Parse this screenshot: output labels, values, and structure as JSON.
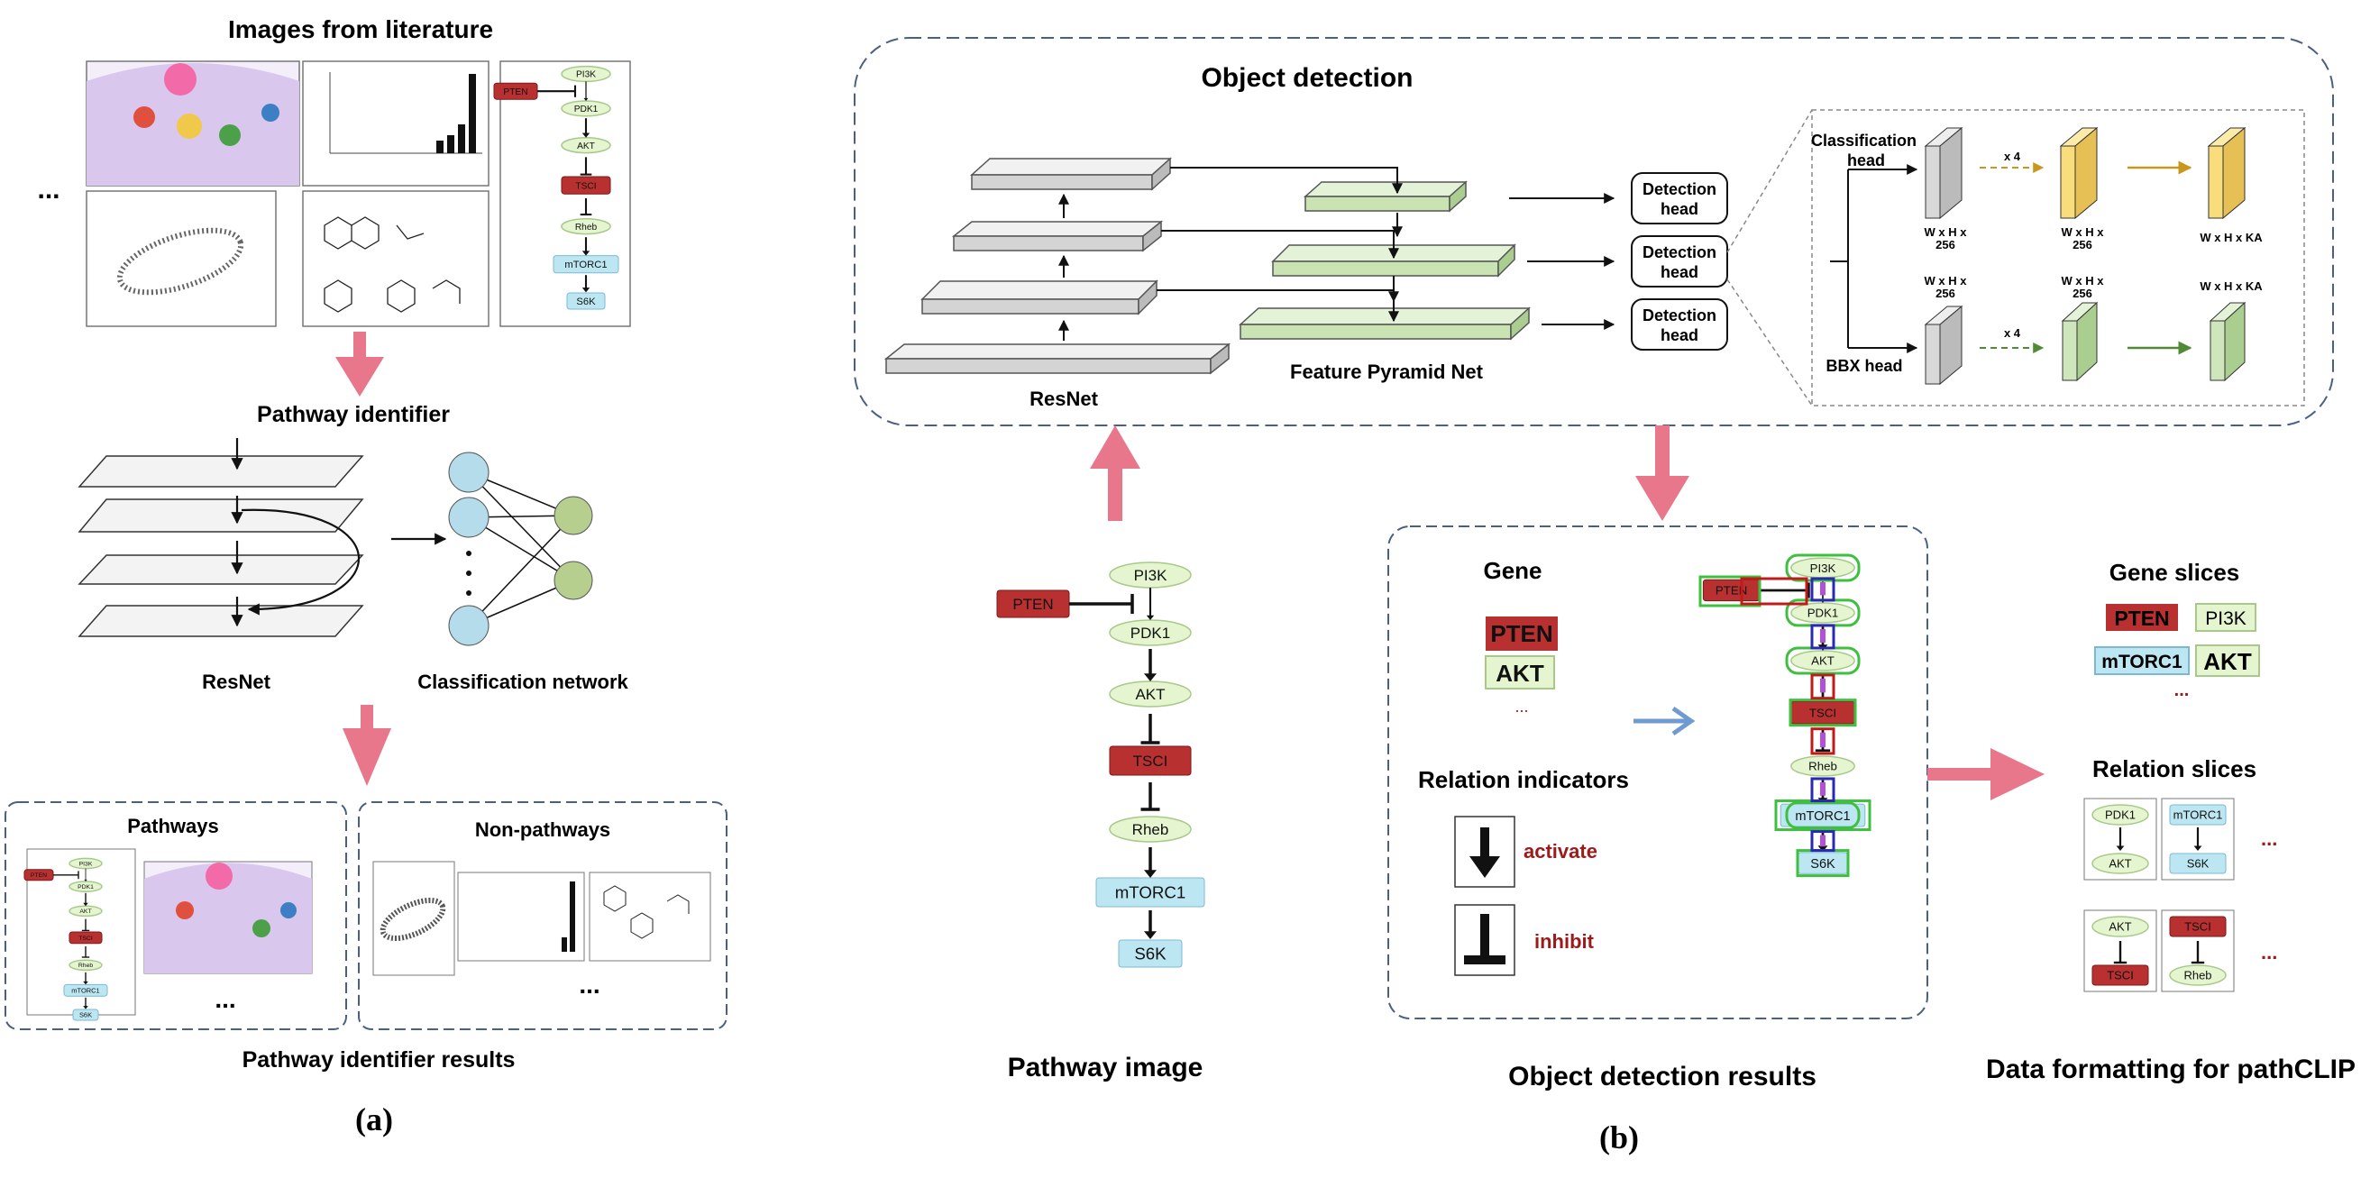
{
  "panel_a": {
    "title": "Images from literature",
    "ellipsis": "...",
    "pathway_identifier": "Pathway identifier",
    "resnet": "ResNet",
    "classification_network": "Classification network",
    "pathways": "Pathways",
    "non_pathways": "Non-pathways",
    "results": "Pathway identifier results",
    "label": "(a)"
  },
  "mini_pathway": [
    "PI3K",
    "PTEN",
    "PDK1",
    "AKT",
    "TSCI",
    "Rheb",
    "mTORC1",
    "S6K"
  ],
  "panel_b": {
    "object_detection": "Object detection",
    "resnet": "ResNet",
    "fpn": "Feature Pyramid Net",
    "detection_head": [
      "Detection",
      "head"
    ],
    "classification_head": [
      "Classification",
      "head"
    ],
    "bbx_head": "BBX head",
    "dims": {
      "whx256": [
        "W x H x",
        "256"
      ],
      "whxka": "W x H x KA",
      "x4": "x 4"
    },
    "pathway_image": "Pathway image",
    "gene": "Gene",
    "relation_indicators": "Relation indicators",
    "activate": "activate",
    "inhibit": "inhibit",
    "od_results": "Object detection results",
    "gene_slices": "Gene slices",
    "relation_slices": "Relation slices",
    "data_formatting": "Data formatting for pathCLIP",
    "label": "(b)",
    "dots": "..."
  },
  "colors": {
    "pink_arrow": "#e8778b",
    "blue_arrow": "#6f9bd1",
    "dashed_border": "#4a5f86",
    "gene_red": "#b8302f",
    "gene_green_fill": "#e4f5cf",
    "gene_blue_fill": "#bde6f3",
    "fpn_green": "#d6ecc6",
    "cls_yellow": "#f9dd7c",
    "dark_red_text": "#9c1a1a"
  }
}
